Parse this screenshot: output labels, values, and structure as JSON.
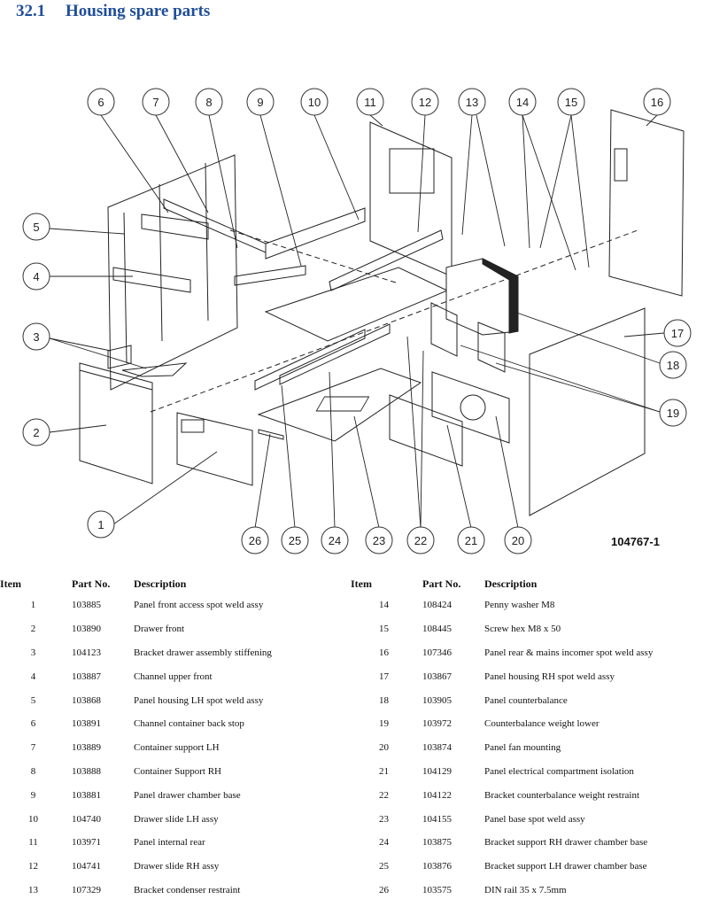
{
  "heading": {
    "number": "32.1",
    "title": "Housing spare parts"
  },
  "diagram": {
    "drawing_number": "104767-1",
    "callouts_top": [
      "6",
      "7",
      "8",
      "9",
      "10",
      "11",
      "12",
      "13",
      "14",
      "15",
      "16"
    ],
    "callouts_left": [
      "5",
      "4",
      "3",
      "2"
    ],
    "callouts_right": [
      "17",
      "18",
      "19"
    ],
    "callouts_bottom": [
      "1",
      "26",
      "25",
      "24",
      "23",
      "22",
      "21",
      "20"
    ]
  },
  "table": {
    "headers": {
      "item": "Item",
      "part": "Part No.",
      "desc": "Description"
    },
    "left": [
      {
        "item": "1",
        "part": "103885",
        "desc": "Panel front access spot weld assy"
      },
      {
        "item": "2",
        "part": "103890",
        "desc": "Drawer front"
      },
      {
        "item": "3",
        "part": "104123",
        "desc": "Bracket drawer assembly stiffening"
      },
      {
        "item": "4",
        "part": "103887",
        "desc": "Channel upper front"
      },
      {
        "item": "5",
        "part": "103868",
        "desc": "Panel housing LH spot weld assy"
      },
      {
        "item": "6",
        "part": "103891",
        "desc": "Channel container back stop"
      },
      {
        "item": "7",
        "part": "103889",
        "desc": "Container support LH"
      },
      {
        "item": "8",
        "part": "103888",
        "desc": "Container Support RH"
      },
      {
        "item": "9",
        "part": "103881",
        "desc": "Panel drawer chamber base"
      },
      {
        "item": "10",
        "part": "104740",
        "desc": "Drawer slide LH assy"
      },
      {
        "item": "11",
        "part": "103971",
        "desc": "Panel internal rear"
      },
      {
        "item": "12",
        "part": "104741",
        "desc": "Drawer slide RH assy"
      },
      {
        "item": "13",
        "part": "107329",
        "desc": "Bracket condenser restraint"
      }
    ],
    "right": [
      {
        "item": "14",
        "part": "108424",
        "desc": "Penny washer M8"
      },
      {
        "item": "15",
        "part": "108445",
        "desc": "Screw hex M8 x 50"
      },
      {
        "item": "16",
        "part": "107346",
        "desc": "Panel rear & mains incomer spot weld assy"
      },
      {
        "item": "17",
        "part": "103867",
        "desc": "Panel housing RH spot weld assy"
      },
      {
        "item": "18",
        "part": "103905",
        "desc": "Panel counterbalance"
      },
      {
        "item": "19",
        "part": "103972",
        "desc": "Counterbalance weight lower"
      },
      {
        "item": "20",
        "part": "103874",
        "desc": "Panel fan mounting"
      },
      {
        "item": "21",
        "part": "104129",
        "desc": "Panel electrical compartment isolation"
      },
      {
        "item": "22",
        "part": "104122",
        "desc": "Bracket counterbalance weight restraint"
      },
      {
        "item": "23",
        "part": "104155",
        "desc": "Panel base spot weld assy"
      },
      {
        "item": "24",
        "part": "103875",
        "desc": "Bracket support RH drawer chamber base"
      },
      {
        "item": "25",
        "part": "103876",
        "desc": "Bracket support LH drawer chamber base"
      },
      {
        "item": "26",
        "part": "103575",
        "desc": "DIN rail 35 x 7.5mm"
      }
    ]
  }
}
